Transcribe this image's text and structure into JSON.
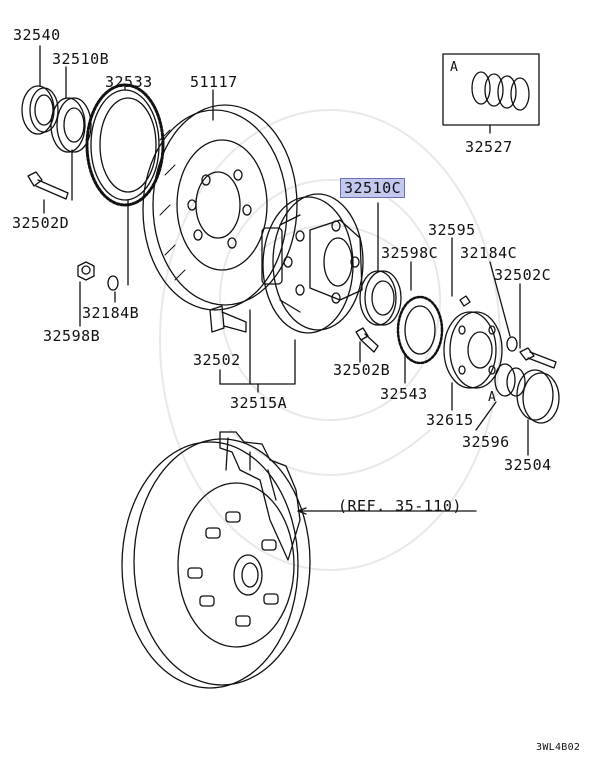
{
  "diagram": {
    "drawing_code": "3WL4B02",
    "highlighted_part": "32510C",
    "reference": "(REF. 35-110)",
    "kit_marker": "A",
    "parts": [
      {
        "id": "p-32540",
        "number": "32540"
      },
      {
        "id": "p-32510b",
        "number": "32510B"
      },
      {
        "id": "p-32533",
        "number": "32533"
      },
      {
        "id": "p-51117",
        "number": "51117"
      },
      {
        "id": "p-32527",
        "number": "32527"
      },
      {
        "id": "p-32502d",
        "number": "32502D"
      },
      {
        "id": "p-32595",
        "number": "32595"
      },
      {
        "id": "p-32598c",
        "number": "32598C"
      },
      {
        "id": "p-32184c",
        "number": "32184C"
      },
      {
        "id": "p-32502c",
        "number": "32502C"
      },
      {
        "id": "p-32184b",
        "number": "32184B"
      },
      {
        "id": "p-32598b",
        "number": "32598B"
      },
      {
        "id": "p-32502",
        "number": "32502"
      },
      {
        "id": "p-32502b",
        "number": "32502B"
      },
      {
        "id": "p-32543",
        "number": "32543"
      },
      {
        "id": "p-32615",
        "number": "32615"
      },
      {
        "id": "p-32515a",
        "number": "32515A"
      },
      {
        "id": "p-32596",
        "number": "32596"
      },
      {
        "id": "p-32504",
        "number": "32504"
      }
    ]
  }
}
